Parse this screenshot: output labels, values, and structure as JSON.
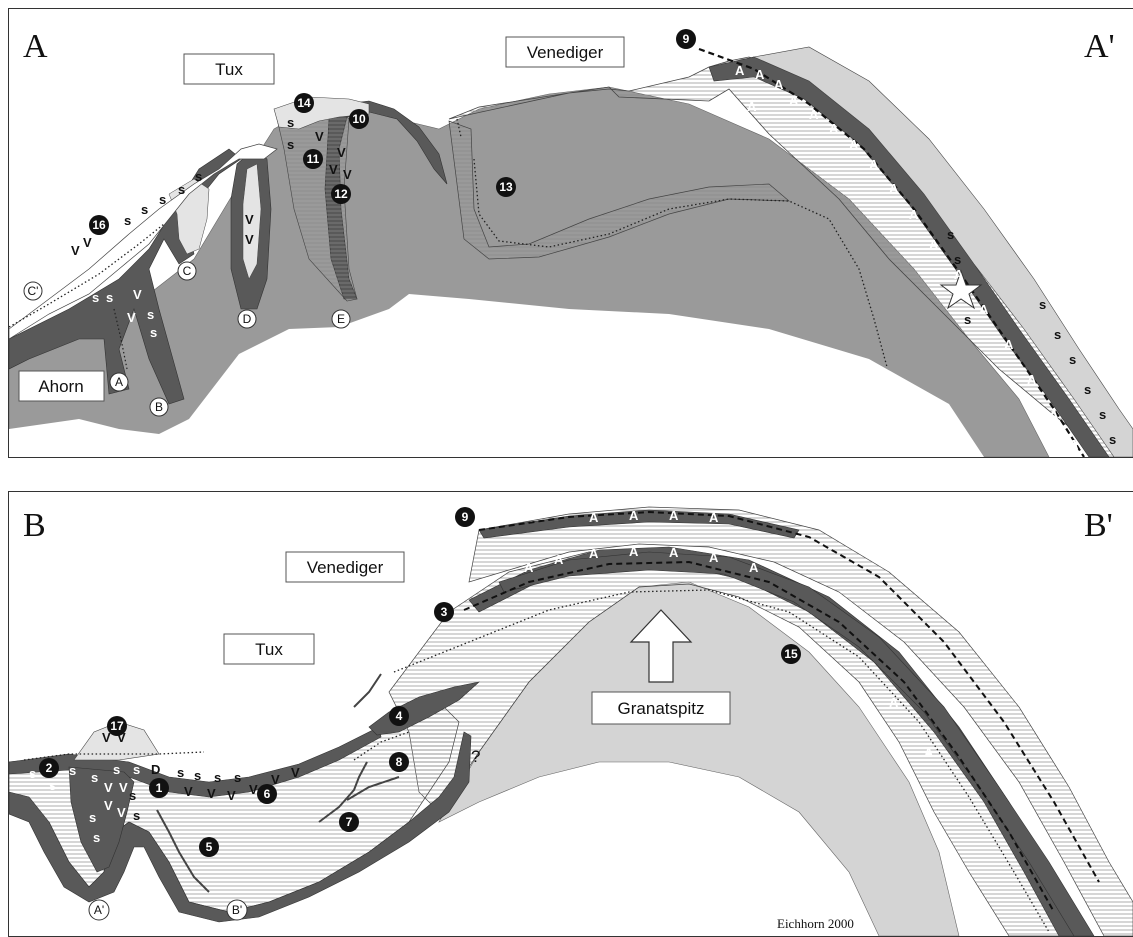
{
  "panel_a": {
    "left_label": "A",
    "right_label": "A'",
    "boxes": {
      "tux": "Tux",
      "venediger": "Venediger",
      "ahorn": "Ahorn"
    },
    "numbers": [
      "9",
      "10",
      "11",
      "12",
      "13",
      "14",
      "16"
    ],
    "letters": [
      "A",
      "B",
      "C",
      "C'",
      "D",
      "E"
    ]
  },
  "panel_b": {
    "left_label": "B",
    "right_label": "B'",
    "boxes": {
      "venediger": "Venediger",
      "tux": "Tux",
      "granatspitz": "Granatspitz"
    },
    "numbers": [
      "1",
      "2",
      "3",
      "4",
      "5",
      "6",
      "7",
      "8",
      "9",
      "15",
      "17"
    ],
    "letters": [
      "A'",
      "B'"
    ],
    "question": "?",
    "credit": "Eichhorn  2000"
  },
  "symbols": {
    "s": "s",
    "v": "V",
    "a": "A",
    "d": "D"
  },
  "colors": {
    "dark": "#595959",
    "mid": "#9a9a9a",
    "light": "#d4d4d4",
    "hatch": "#8a8a8a",
    "badge": "#111111"
  }
}
